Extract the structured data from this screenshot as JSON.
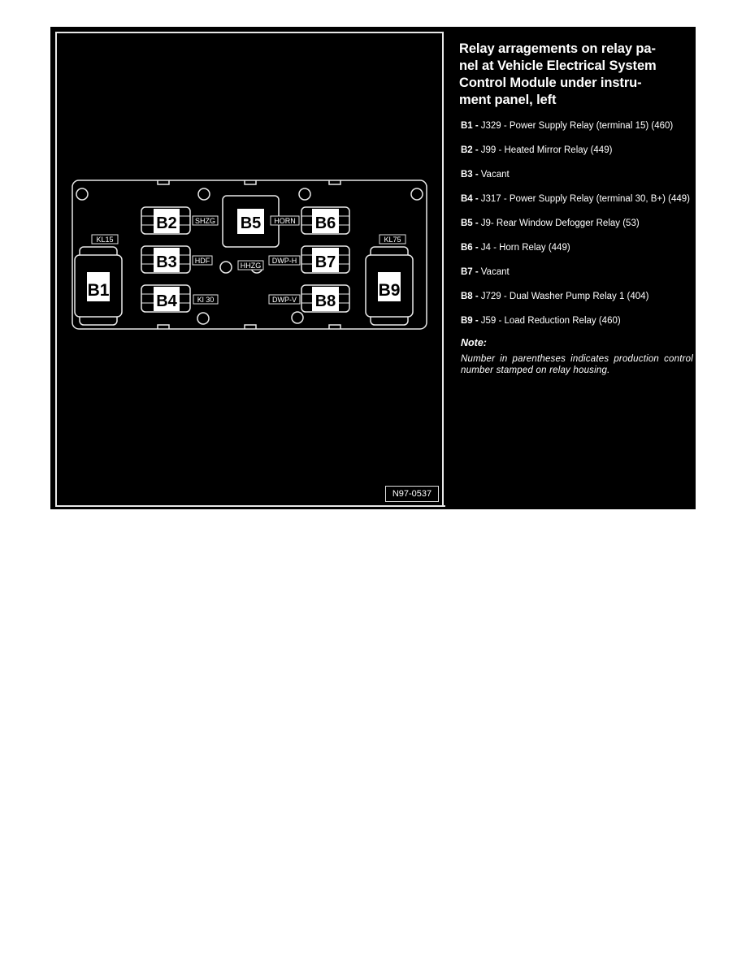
{
  "diagram": {
    "figure_id": "N97-0537",
    "relays": [
      {
        "slot": "B1",
        "label": "B1"
      },
      {
        "slot": "B2",
        "label": "B2"
      },
      {
        "slot": "B3",
        "label": "B3"
      },
      {
        "slot": "B4",
        "label": "B4"
      },
      {
        "slot": "B5",
        "label": "B5"
      },
      {
        "slot": "B6",
        "label": "B6"
      },
      {
        "slot": "B7",
        "label": "B7"
      },
      {
        "slot": "B8",
        "label": "B8"
      },
      {
        "slot": "B9",
        "label": "B9"
      }
    ],
    "tags": {
      "kl15": "KL15",
      "kl75": "KL75",
      "shzg": "SHZG",
      "hdf": "HDF",
      "kl30": "Kl 30",
      "horn": "HORN",
      "dwp_h": "DWP-H",
      "dwp_v": "DWP-V",
      "hhzg": "HHZG"
    }
  },
  "legend": {
    "title": "Relay arragements on relay pa-nel at Vehicle Electrical System Control Module under instru-ment panel, left",
    "title_lines": [
      "Relay arragements on relay pa-",
      "nel at Vehicle Electrical System",
      "Control Module under instru-",
      "ment panel, left"
    ],
    "entries": [
      {
        "code": "B1 -",
        "desc": "J329  - Power Supply Relay (terminal 15) (460)"
      },
      {
        "code": "B2 -",
        "desc": "J99 - Heated Mirror Relay (449)"
      },
      {
        "code": "B3 -",
        "desc": "Vacant"
      },
      {
        "code": "B4 -",
        "desc": "J317  - Power Supply  Relay (terminal 30, B+)  (449)"
      },
      {
        "code": "B5 -",
        "desc": "J9- Rear Window Defogger Relay (53)"
      },
      {
        "code": "B6 -",
        "desc": "J4 - Horn Relay (449)"
      },
      {
        "code": "B7 -",
        "desc": "Vacant"
      },
      {
        "code": "B8 -",
        "desc": "J729 - Dual Washer Pump Relay 1 (404)"
      },
      {
        "code": "B9 -",
        "desc": "J59 - Load Reduction Relay (460)"
      }
    ],
    "note_label": "Note:",
    "note_text": "Number in parentheses indicates production control number stamped on relay housing."
  }
}
